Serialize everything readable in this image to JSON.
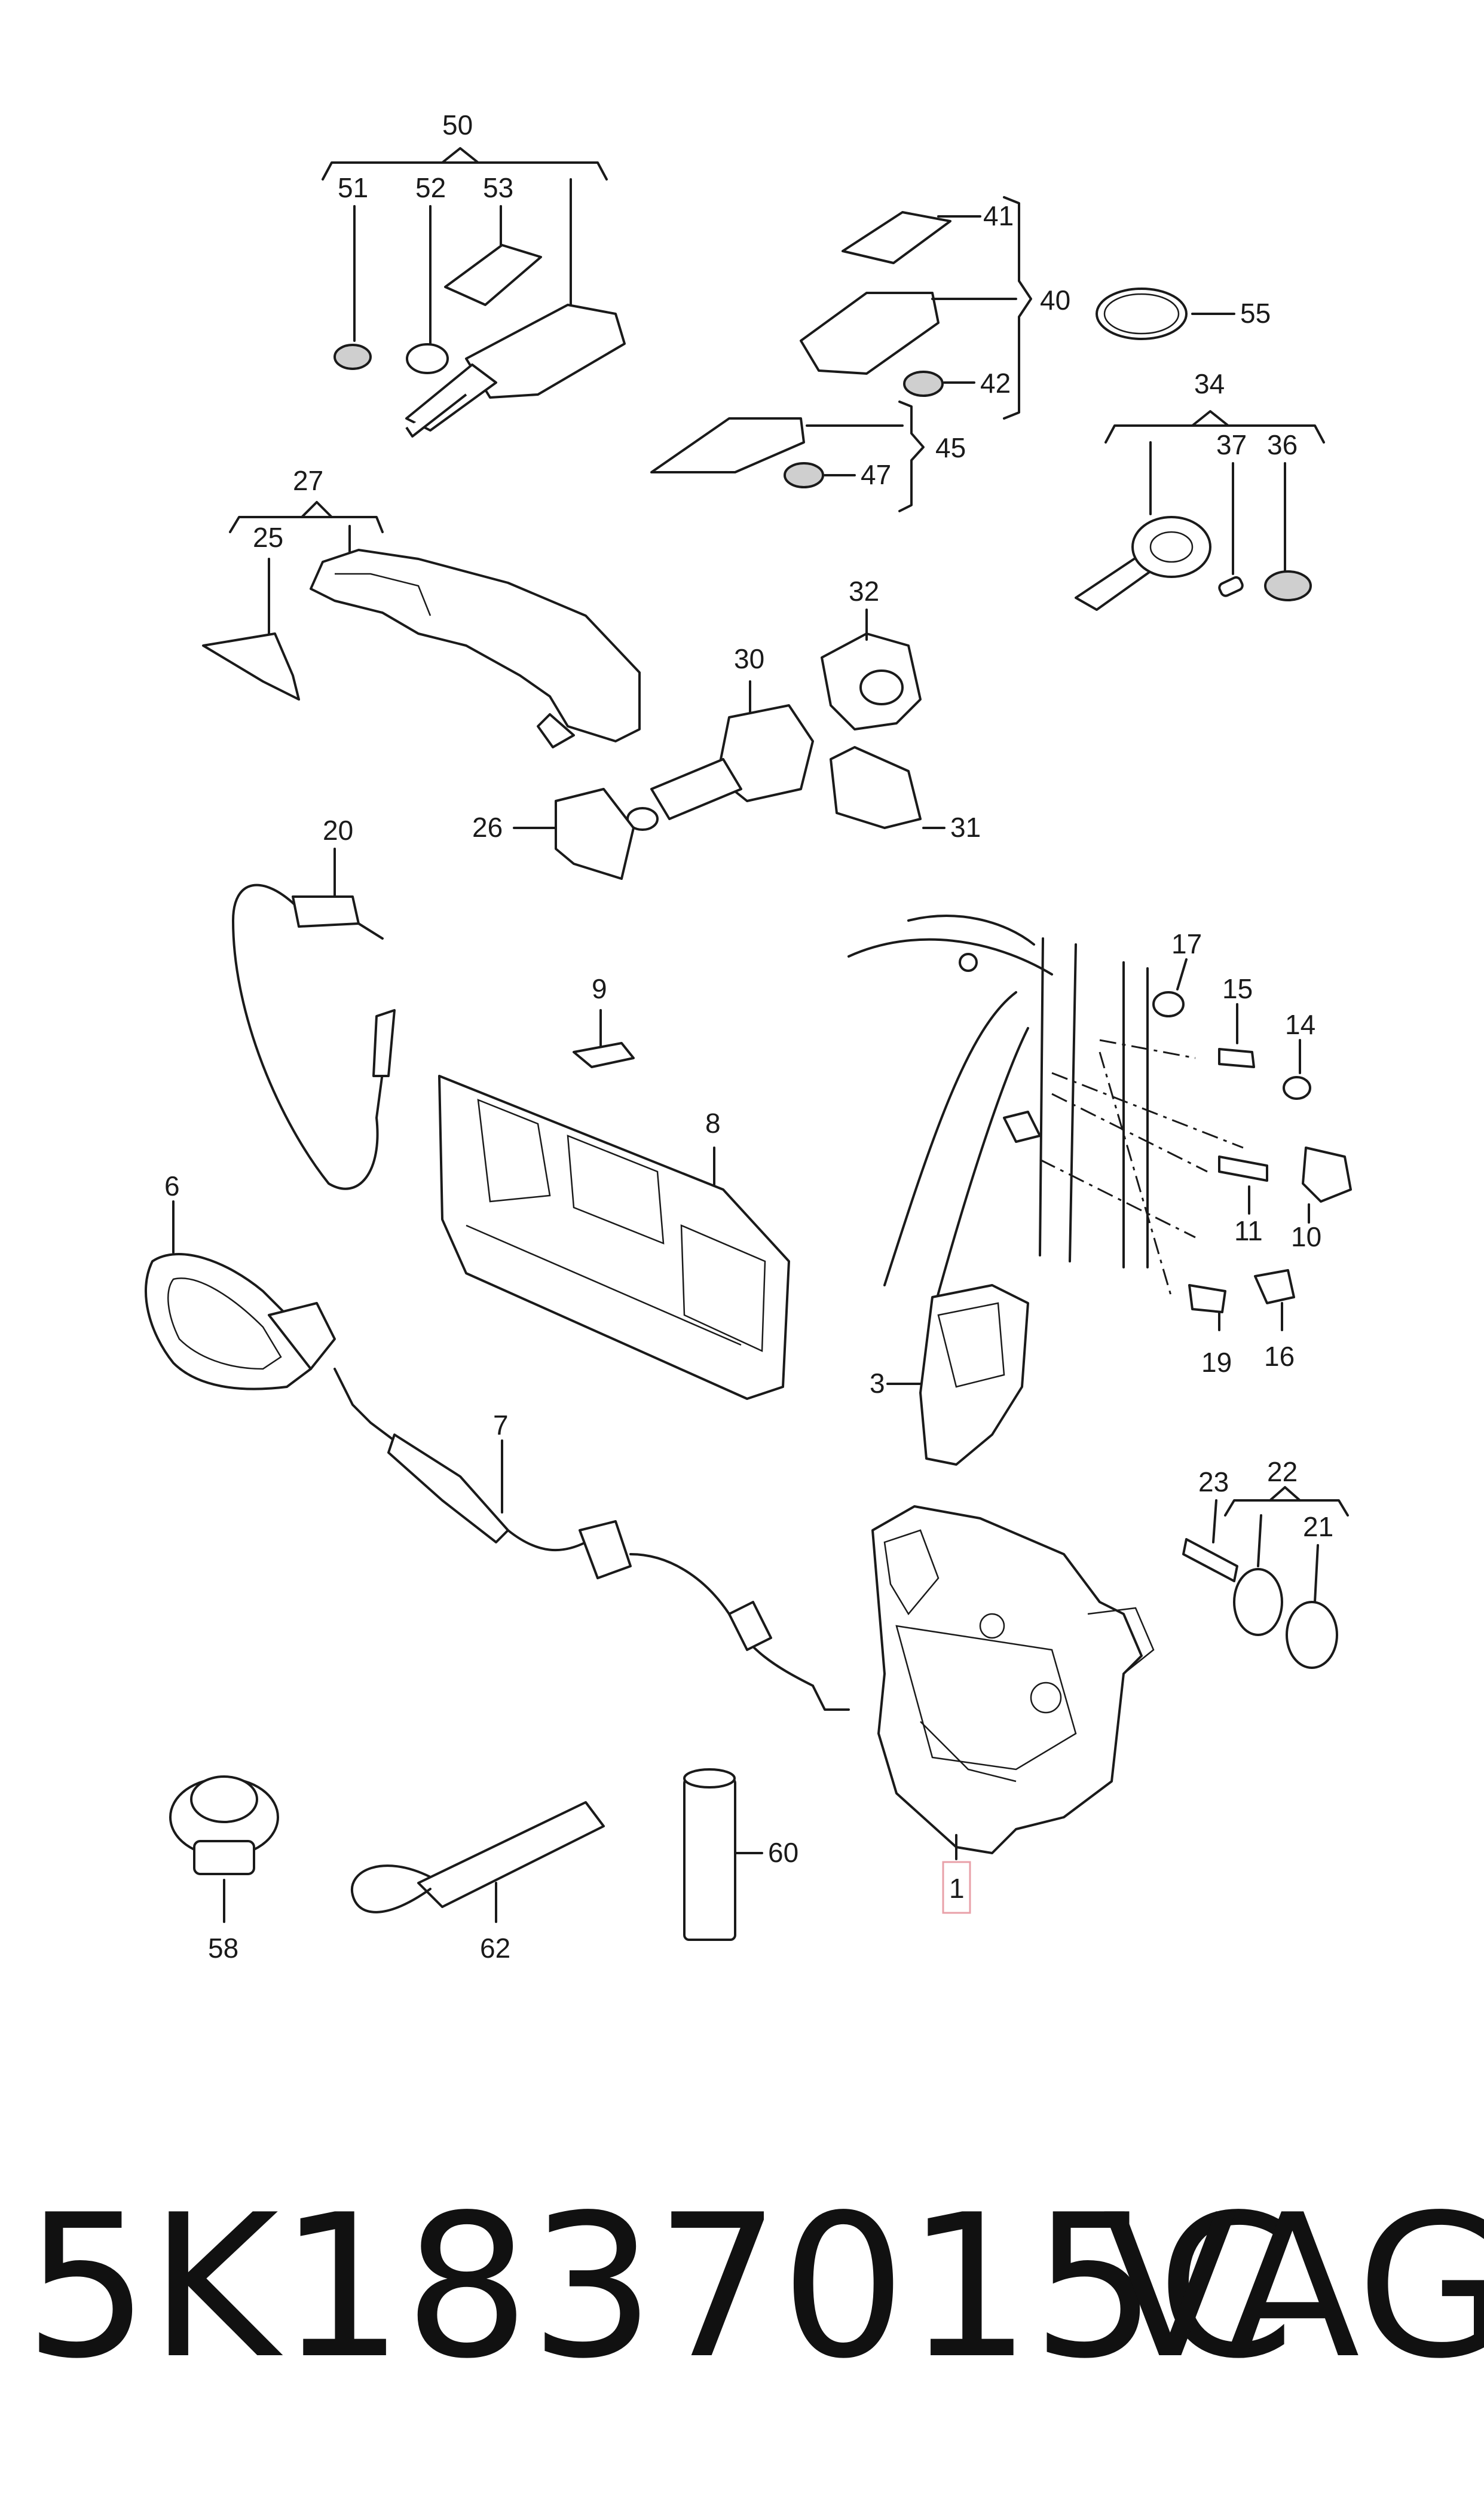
{
  "callouts": {
    "c50": "50",
    "c51": "51",
    "c52": "52",
    "c53": "53",
    "c41": "41",
    "c40": "40",
    "c42": "42",
    "c45": "45",
    "c47": "47",
    "c55": "55",
    "c34": "34",
    "c37": "37",
    "c36": "36",
    "c27": "27",
    "c25": "25",
    "c32": "32",
    "c30": "30",
    "c26": "26",
    "c31": "31",
    "c20": "20",
    "c9": "9",
    "c8": "8",
    "c17": "17",
    "c15": "15",
    "c14": "14",
    "c11": "11",
    "c10": "10",
    "c16": "16",
    "c19": "19",
    "c6": "6",
    "c7": "7",
    "c3": "3",
    "c23": "23",
    "c22": "22",
    "c21": "21",
    "c1": "1",
    "c58": "58",
    "c62": "62",
    "c60": "60"
  },
  "highlight_color": "#e8a0a8",
  "footer": {
    "part_number": "5K1837015C",
    "brand": "VAG"
  }
}
